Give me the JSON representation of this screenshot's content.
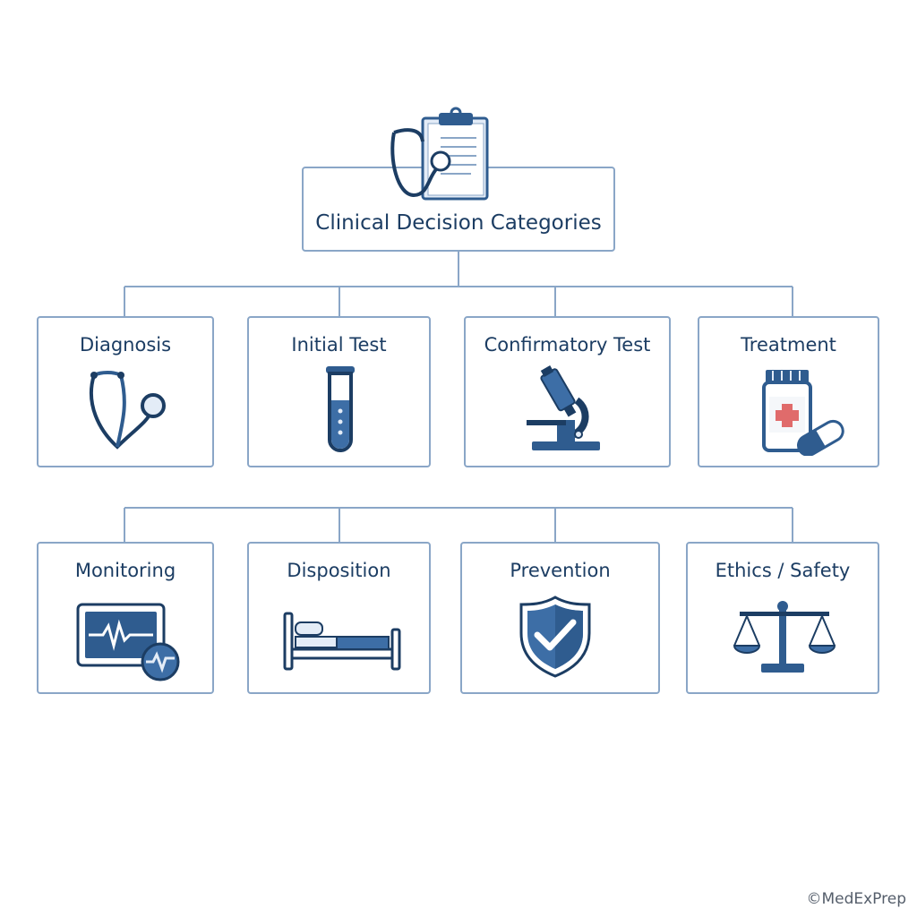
{
  "title": "Clinical Decision Categories",
  "icons": {
    "root": "clipboard-stethoscope-icon"
  },
  "categories": [
    {
      "label": "Diagnosis",
      "icon": "stethoscope-icon"
    },
    {
      "label": "Initial Test",
      "icon": "test-tube-icon"
    },
    {
      "label": "Confirmatory Test",
      "icon": "microscope-icon"
    },
    {
      "label": "Treatment",
      "icon": "medication-bottle-icon"
    },
    {
      "label": "Monitoring",
      "icon": "heart-monitor-icon"
    },
    {
      "label": "Disposition",
      "icon": "hospital-bed-icon"
    },
    {
      "label": "Prevention",
      "icon": "shield-check-icon"
    },
    {
      "label": "Ethics / Safety",
      "icon": "balance-scale-icon"
    }
  ],
  "copyright": "©MedExPrep",
  "colors": {
    "primary": "#2f5c8f",
    "border": "#8aa6c7",
    "text": "#1c3d63",
    "accent": "#e06b6b"
  }
}
